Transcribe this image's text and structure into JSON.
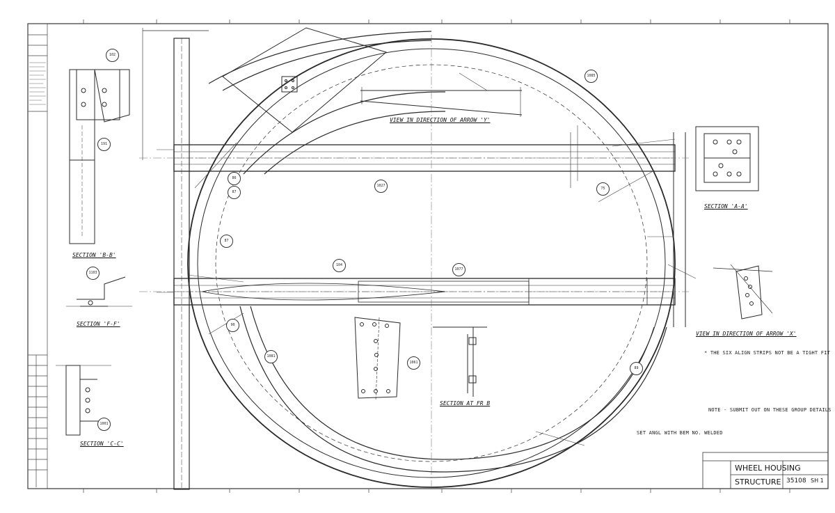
{
  "title_block": {
    "title_line1": "WHEEL HOUSING",
    "title_line2": "STRUCTURE",
    "drawing_number": "35108",
    "sheet_ref": "SH 1"
  },
  "sections": {
    "section_bb": "SECTION 'B-B'",
    "section_ff": "SECTION 'F-F'",
    "section_cc": "SECTION 'C-C'",
    "section_aa": "SECTION 'A-A'",
    "section_ee": "SECTION AT FR B",
    "view_arrow_y": "VIEW IN DIRECTION OF ARROW 'Y'",
    "view_arrow_x": "VIEW IN DIRECTION OF ARROW 'X'"
  },
  "notes": {
    "note_bolts": "* THE SIX ALIGN STRIPS NOT BE A TIGHT FIT",
    "note_ref": "NOTE - SUBMIT OUT ON THESE GROUP DETAILS",
    "note_weld": "SET ANGL WITH BEM NO. WELDED"
  },
  "colors": {
    "ink": "#2a2a2a",
    "paper": "#ffffff",
    "grid": "#555555"
  }
}
